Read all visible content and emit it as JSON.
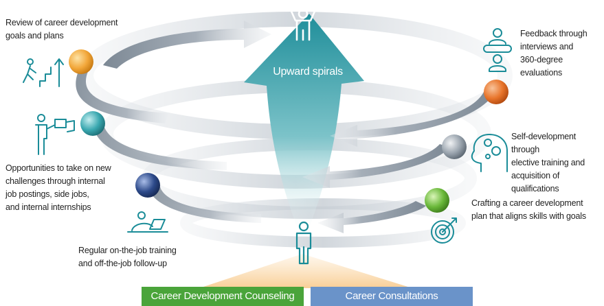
{
  "center": {
    "label": "Upward spirals"
  },
  "tabs": [
    {
      "label": "Career Development Counseling",
      "color": "#4aa43a"
    },
    {
      "label": "Career Consultations",
      "color": "#6a93c9"
    }
  ],
  "steps": [
    {
      "label": "Review of career development\ngoals and plans",
      "color": "#f2a73a",
      "icon": "climbing-stairs-icon"
    },
    {
      "label": "Feedback through\ninterviews and\n360-degree evaluations",
      "color": "#e8742a",
      "icon": "interview-icon"
    },
    {
      "label": "Opportunities to take on new\nchallenges through internal\njob postings, side jobs,\nand internal internships",
      "color": "#3aa8b0",
      "icon": "presentation-icon"
    },
    {
      "label": "Self-development through\nelective training and\nacquisition of qualifications",
      "color": "#9aa4ae",
      "icon": "head-gears-icon"
    },
    {
      "label": "Regular on-the-job training\nand off-the-job follow-up",
      "color": "#2d4a8a",
      "icon": "laptop-user-icon"
    },
    {
      "label": "Crafting a career development\nplan that aligns skills with goals",
      "color": "#6ab83a",
      "icon": "target-icon"
    }
  ],
  "colors": {
    "teal_arrow": "#1f8e9a",
    "spiral_gray": "#8a96a3",
    "icon_teal": "#1a8c98"
  }
}
